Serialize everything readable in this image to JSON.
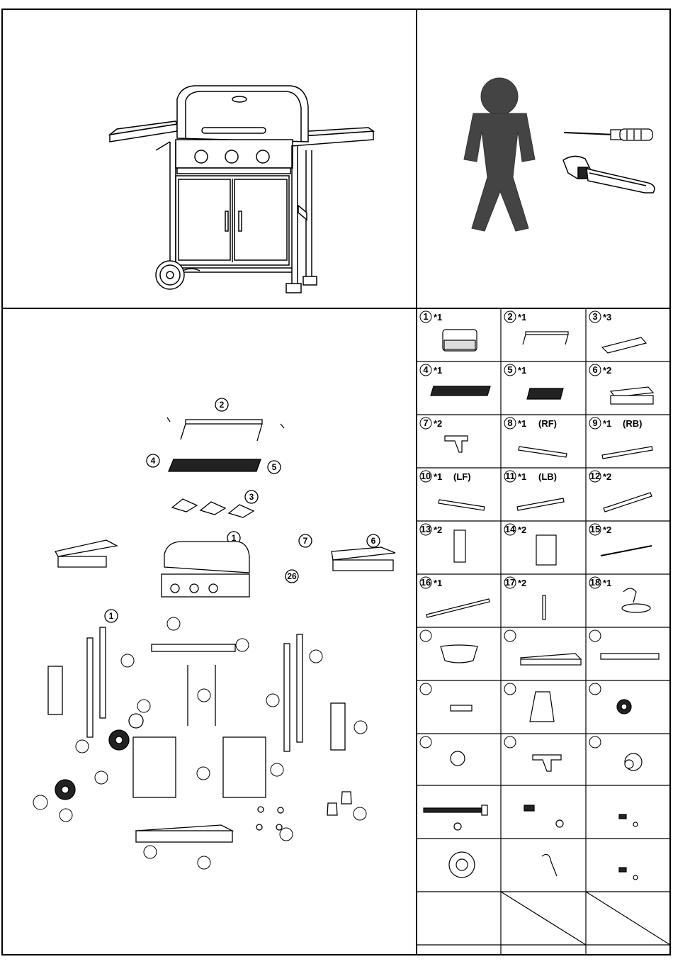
{
  "parts": [
    {
      "id": "1",
      "qty": "*1",
      "tag": ""
    },
    {
      "id": "2",
      "qty": "*1",
      "tag": ""
    },
    {
      "id": "3",
      "qty": "*3",
      "tag": ""
    },
    {
      "id": "4",
      "qty": "*1",
      "tag": ""
    },
    {
      "id": "5",
      "qty": "*1",
      "tag": ""
    },
    {
      "id": "6",
      "qty": "*2",
      "tag": ""
    },
    {
      "id": "7",
      "qty": "*2",
      "tag": ""
    },
    {
      "id": "8",
      "qty": "*1",
      "tag": "(RF)"
    },
    {
      "id": "9",
      "qty": "*1",
      "tag": "(RB)"
    },
    {
      "id": "10",
      "qty": "*1",
      "tag": "(LF)"
    },
    {
      "id": "11",
      "qty": "*1",
      "tag": "(LB)"
    },
    {
      "id": "12",
      "qty": "*2",
      "tag": ""
    },
    {
      "id": "13",
      "qty": "*2",
      "tag": ""
    },
    {
      "id": "14",
      "qty": "*2",
      "tag": ""
    },
    {
      "id": "15",
      "qty": "*2",
      "tag": ""
    },
    {
      "id": "16",
      "qty": "*1",
      "tag": ""
    },
    {
      "id": "17",
      "qty": "*2",
      "tag": ""
    },
    {
      "id": "18",
      "qty": "*1",
      "tag": ""
    }
  ],
  "callouts": {
    "c1": "1",
    "c2": "2",
    "c3": "3",
    "c4": "4",
    "c5": "5",
    "c6": "6",
    "c7": "7",
    "c26": "26",
    "c_small1": "1"
  }
}
